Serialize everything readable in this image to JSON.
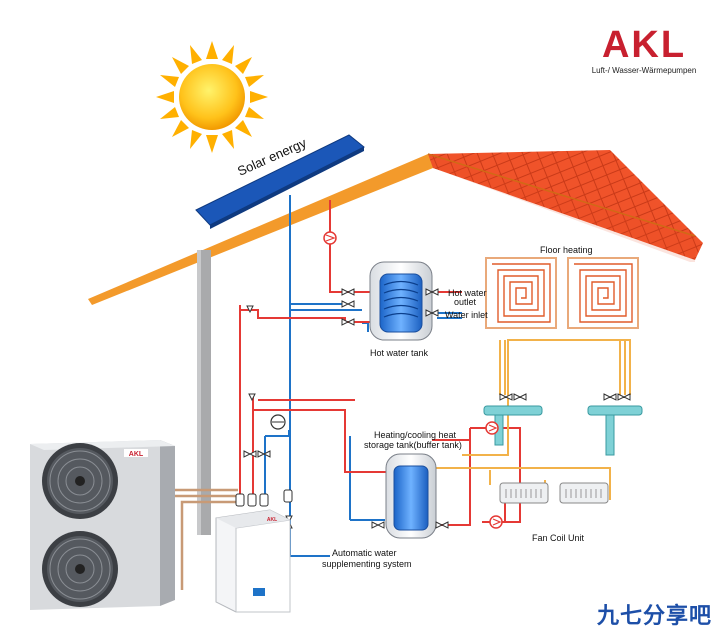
{
  "brand": {
    "name": "AKL",
    "subtitle": "Luft-/ Wasser-Wärmepumpen",
    "color": "#c8202f"
  },
  "watermark": "九七分享吧",
  "labels": {
    "solar": "Solar energy",
    "hot_water_outlet_1": "Hot water",
    "hot_water_outlet_2": "outlet",
    "water_inlet": "Water inlet",
    "hot_water_tank": "Hot water tank",
    "floor_heating": "Floor heating",
    "buffer_tank_1": "Heating/cooling heat",
    "buffer_tank_2": "storage tank(buffer tank)",
    "fan_coil": "Fan Coil Unit",
    "auto_water_1": "Automatic water",
    "auto_water_2": "supplementing system",
    "outdoor_unit_badge": "AKL",
    "indoor_unit_badge": "AKL"
  },
  "colors": {
    "hot_pipe": "#e53935",
    "cold_pipe": "#1e73c8",
    "return_pipe": "#f2b24a",
    "roof_tile": "#f0532a",
    "roof_edge": "#f39a2b",
    "solar_panel": "#1b57b8"
  },
  "icons": [
    "sun-icon",
    "valve-icon",
    "pump-icon",
    "pressure-gauge-icon"
  ]
}
